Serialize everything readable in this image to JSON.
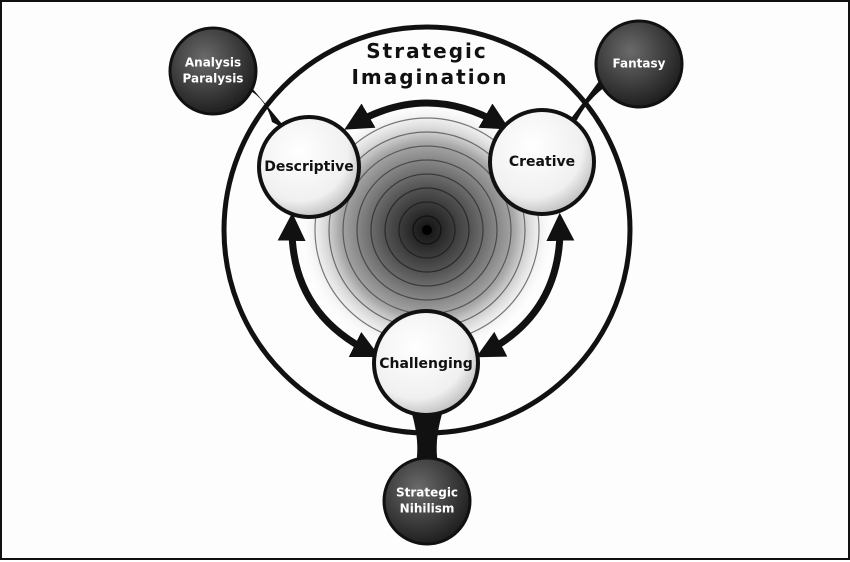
{
  "title": {
    "line1": "Strategic",
    "line2": "Imagination"
  },
  "nodes": {
    "descriptive": "Descriptive",
    "creative": "Creative",
    "challenging": "Challenging"
  },
  "outer_nodes": {
    "analysis_paralysis": {
      "line1": "Analysis",
      "line2": "Paralysis"
    },
    "fantasy": {
      "line1": "Fantasy"
    },
    "strategic_nihilism": {
      "line1": "Strategic",
      "line2": "Nihilism"
    }
  },
  "colors": {
    "line": "#111111",
    "light_node": "#f2f2f2",
    "dark_node": "#3a3a3a",
    "center": "#111111"
  }
}
